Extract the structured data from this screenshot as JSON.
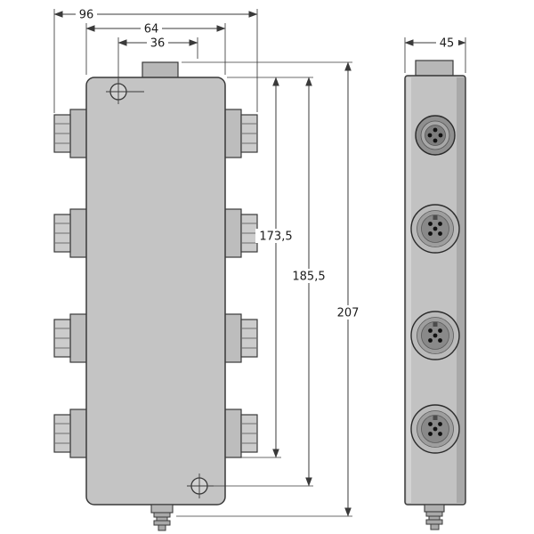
{
  "dimensions": {
    "overall_width": "96",
    "body_width": "64",
    "screw_spacing_width": "36",
    "side_width": "45",
    "height_to_connector": "173,5",
    "height_to_screw": "185,5",
    "overall_height": "207"
  },
  "colors": {
    "background": "#ffffff",
    "outline": "#3a3a3a",
    "body_fill": "#c4c4c4",
    "body_shade": "#a9a9a9",
    "connector_fill": "#bdbdbd",
    "pin_fill": "#111111",
    "dim_text": "#1c1c1c"
  }
}
